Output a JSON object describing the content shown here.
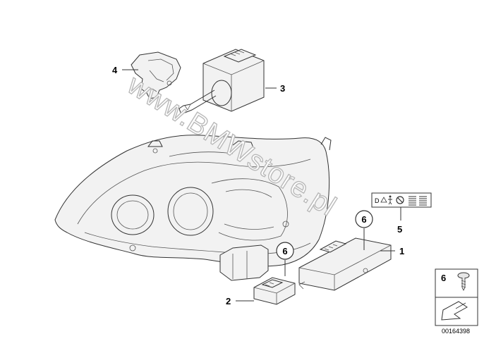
{
  "callouts": {
    "c1": "1",
    "c2": "2",
    "c3": "3",
    "c4": "4",
    "c5": "5",
    "c6a": "6",
    "c6b": "6"
  },
  "watermark": "www.BMWstore.pl",
  "legend_box": {
    "number": "6"
  },
  "label_icons": [
    "d-lamp-symbol",
    "warning-person-icon",
    "prohibited-icon",
    "text-lines-icon",
    "text-lines-icon"
  ],
  "drawing_number": "00164398",
  "colors": {
    "line": "#333333",
    "watermark_stroke": "#b9b9b9"
  }
}
